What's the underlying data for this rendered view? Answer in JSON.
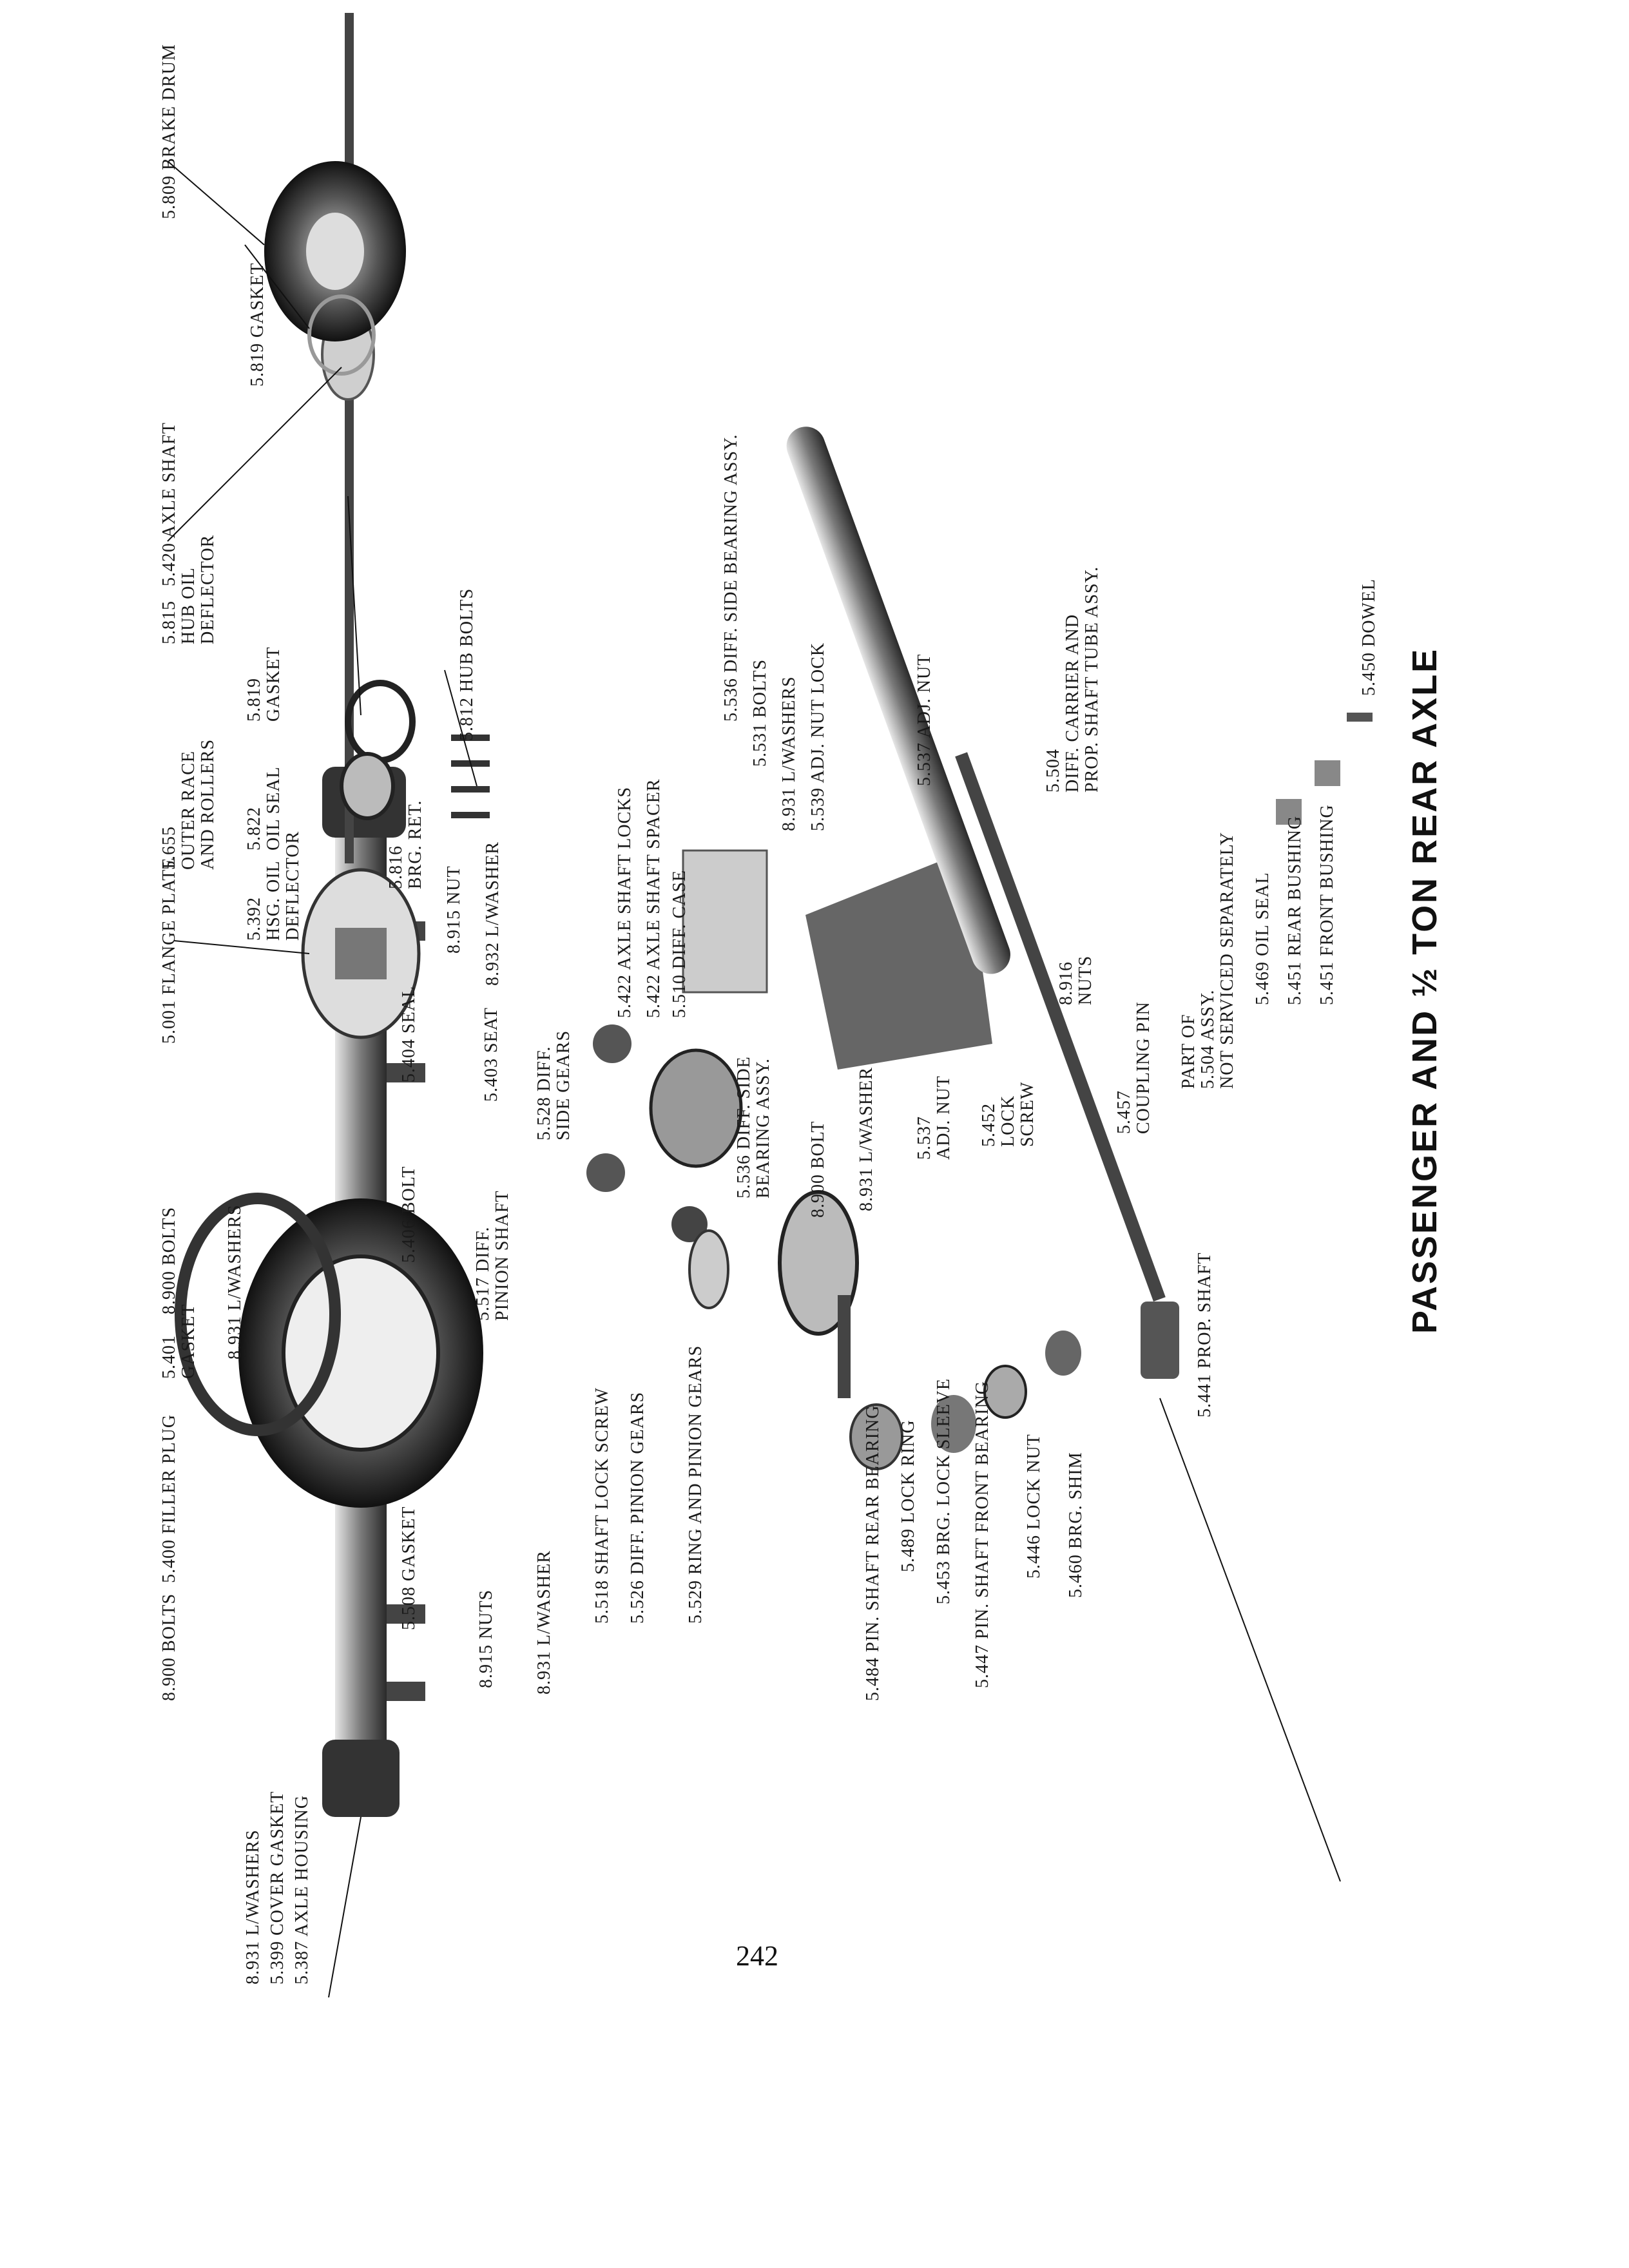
{
  "page": {
    "title": "PASSENGER AND ½ TON REAR AXLE",
    "page_number": "242"
  },
  "labels": {
    "l5809": "5.809 BRAKE DRUM",
    "l5819a": "5.819 GASKET",
    "l5420": "5.420 AXLE SHAFT",
    "l5815": "5.815\nHUB OIL\nDEFLECTOR",
    "l5819b": "5.819\nGASKET",
    "l5812": "5.812 HUB BOLTS",
    "l5655": "5.655\nOUTER RACE\nAND ROLLERS",
    "l5822": "5.822\nOIL SEAL",
    "l5816": "5.816\nBRG. RET.",
    "l5001": "5.001 FLANGE PLATE",
    "l5392": "5.392\nHSG. OIL\nDEFLECTOR",
    "l8915a": "8.915 NUT",
    "l8932": "8.932 L/WASHER",
    "l8900a": "8.900 BOLTS",
    "l8931a": "8.931 L/WASHERS",
    "l5401": "5.401\nGASKET",
    "l5400": "8.900 BOLTS  5.400 FILLER PLUG",
    "l8931b": "8.931 L/WASHERS",
    "l5399": "5.399 COVER GASKET",
    "l5387": "5.387 AXLE HOUSING",
    "l5404": "5.404 SEAL",
    "l5403": "5.403 SEAT",
    "l5406": "5.406 BOLT",
    "l5508": "5.508 GASKET",
    "l5517": "5.517 DIFF.\nPINION SHAFT",
    "l5528": "5.528 DIFF.\nSIDE GEARS",
    "l5422a": "5.422 AXLE SHAFT LOCKS",
    "l5422b": "5.422 AXLE SHAFT SPACER",
    "l5510": "5.510 DIFF. CASE",
    "l8915b": "8.915 NUTS",
    "l8931c": "8.931 L/WASHER",
    "l5518": "5.518 SHAFT LOCK SCREW",
    "l5526": "5.526 DIFF. PINION GEARS",
    "l5529": "5.529 RING AND PINION GEARS",
    "l5536a": "5.536 DIFF. SIDE BEARING ASSY.",
    "l5531": "5.531 BOLTS",
    "l8931d": "8.931 L/WASHERS",
    "l5539": "5.539 ADJ. NUT LOCK",
    "l5537a": "5.537 ADJ. NUT",
    "l5536b": "5.536 DIFF. SIDE\nBEARING ASSY.",
    "l8900b": "8.900 BOLT",
    "l8931e": "8.931 L/WASHER",
    "l5537b": "5.537\nADJ. NUT",
    "l5452": "5.452\nLOCK\nSCREW",
    "l8916": "8.916\nNUTS",
    "l5504": "5.504\nDIFF. CARRIER AND\nPROP. SHAFT TUBE ASSY.",
    "l5450": "5.450 DOWEL",
    "l5457": "5.457\nCOUPLING PIN",
    "l5504b": "PART OF\n5.504 ASSY.\nNOT SERVICED SEPARATELY",
    "l5469": "5.469 OIL SEAL",
    "l5451r": "5.451 REAR BUSHING",
    "l5451f": "5.451 FRONT BUSHING",
    "l5484": "5.484 PIN. SHAFT REAR BEARING",
    "l5489": "5.489 LOCK RING",
    "l5453": "5.453 BRG. LOCK SLEEVE",
    "l5447": "5.447 PIN. SHAFT FRONT BEARING",
    "l5446": "5.446 LOCK NUT",
    "l5460": "5.460 BRG. SHIM",
    "l5441": "5.441 PROP. SHAFT"
  },
  "colors": {
    "ink": "#1a1a1a",
    "paper": "#ffffff",
    "part_dark": "#2b2b2b",
    "part_mid": "#8a8a8a",
    "part_light": "#d6d6d6"
  }
}
